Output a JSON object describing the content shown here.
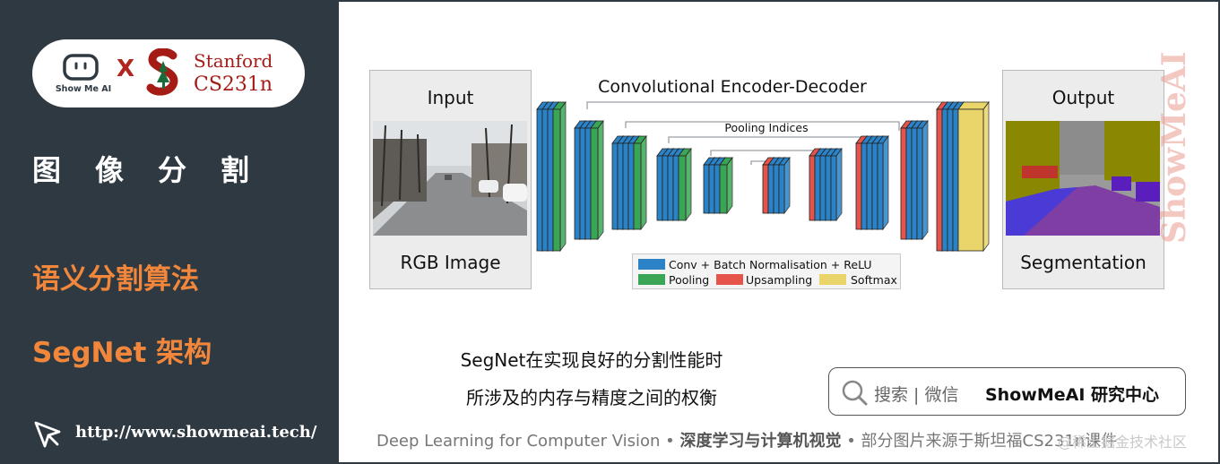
{
  "brand": {
    "logo_label": "Show Me AI",
    "times": "X",
    "partner_line1": "Stanford",
    "partner_line2": "CS231n"
  },
  "sidebar": {
    "section_title": "图像分割",
    "topic": "语义分割算法",
    "subtopic": "SegNet 架构",
    "url": "http://www.showmeai.tech/"
  },
  "figure": {
    "input_title": "Input",
    "input_caption": "RGB Image",
    "output_title": "Output",
    "output_caption": "Segmentation",
    "network_title": "Convolutional Encoder-Decoder",
    "pooling_indices": "Pooling Indices",
    "legend": {
      "conv": "Conv + Batch Normalisation + ReLU",
      "pooling": "Pooling",
      "upsampling": "Upsampling",
      "softmax": "Softmax"
    },
    "colors": {
      "conv": "#2b82c6",
      "pooling": "#3aa655",
      "upsampling": "#e5534b",
      "softmax": "#e9d56a"
    }
  },
  "watermark": "ShowMeAI",
  "caption": {
    "line1": "SegNet在实现良好的分割性能时",
    "line2": "所涉及的内存与精度之间的权衡"
  },
  "search": {
    "icon": "search-icon",
    "text": "搜索 | 微信",
    "brand": "ShowMeAI 研究中心"
  },
  "footer": {
    "course": "Deep Learning for Computer Vision",
    "sep1": " • ",
    "topic": "深度学习与计算机视觉",
    "sep2": " • ",
    "source": "部分图片来源于斯坦福CS231n课件",
    "overlay": "@稀土掘金技术社区"
  }
}
